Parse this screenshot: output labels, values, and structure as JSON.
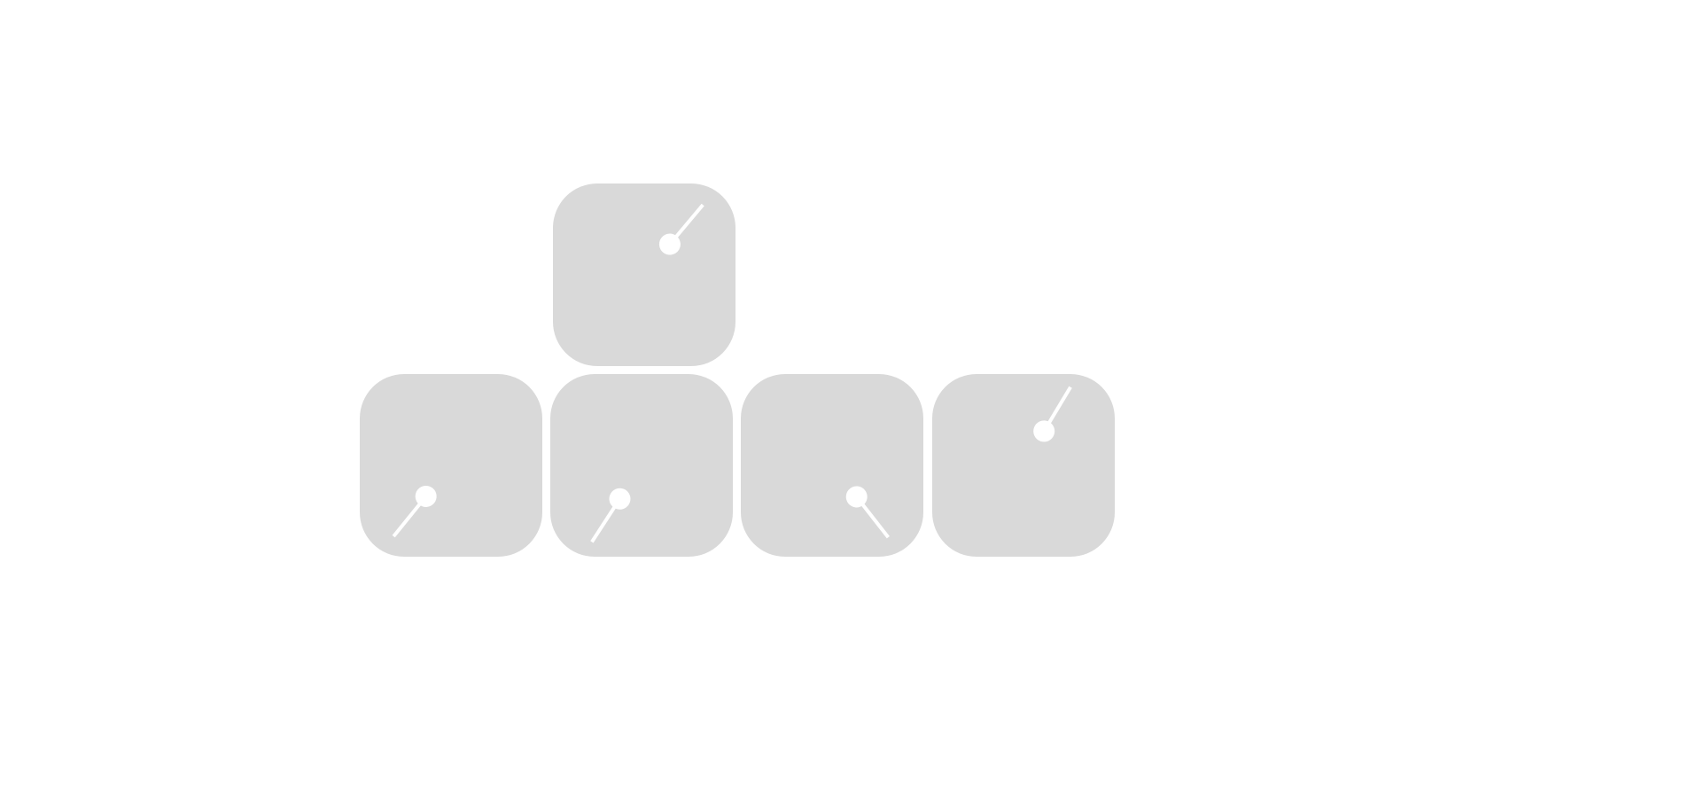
{
  "board": {
    "tile_color": "#d9d9d9",
    "marker_color": "#ffffff",
    "tiles": [
      {
        "id": "tile-top",
        "rotation_deg": 40
      },
      {
        "id": "tile-bottom-1",
        "rotation_deg": 219
      },
      {
        "id": "tile-bottom-2",
        "rotation_deg": 213
      },
      {
        "id": "tile-bottom-3",
        "rotation_deg": 142
      },
      {
        "id": "tile-bottom-4",
        "rotation_deg": 31
      }
    ]
  }
}
